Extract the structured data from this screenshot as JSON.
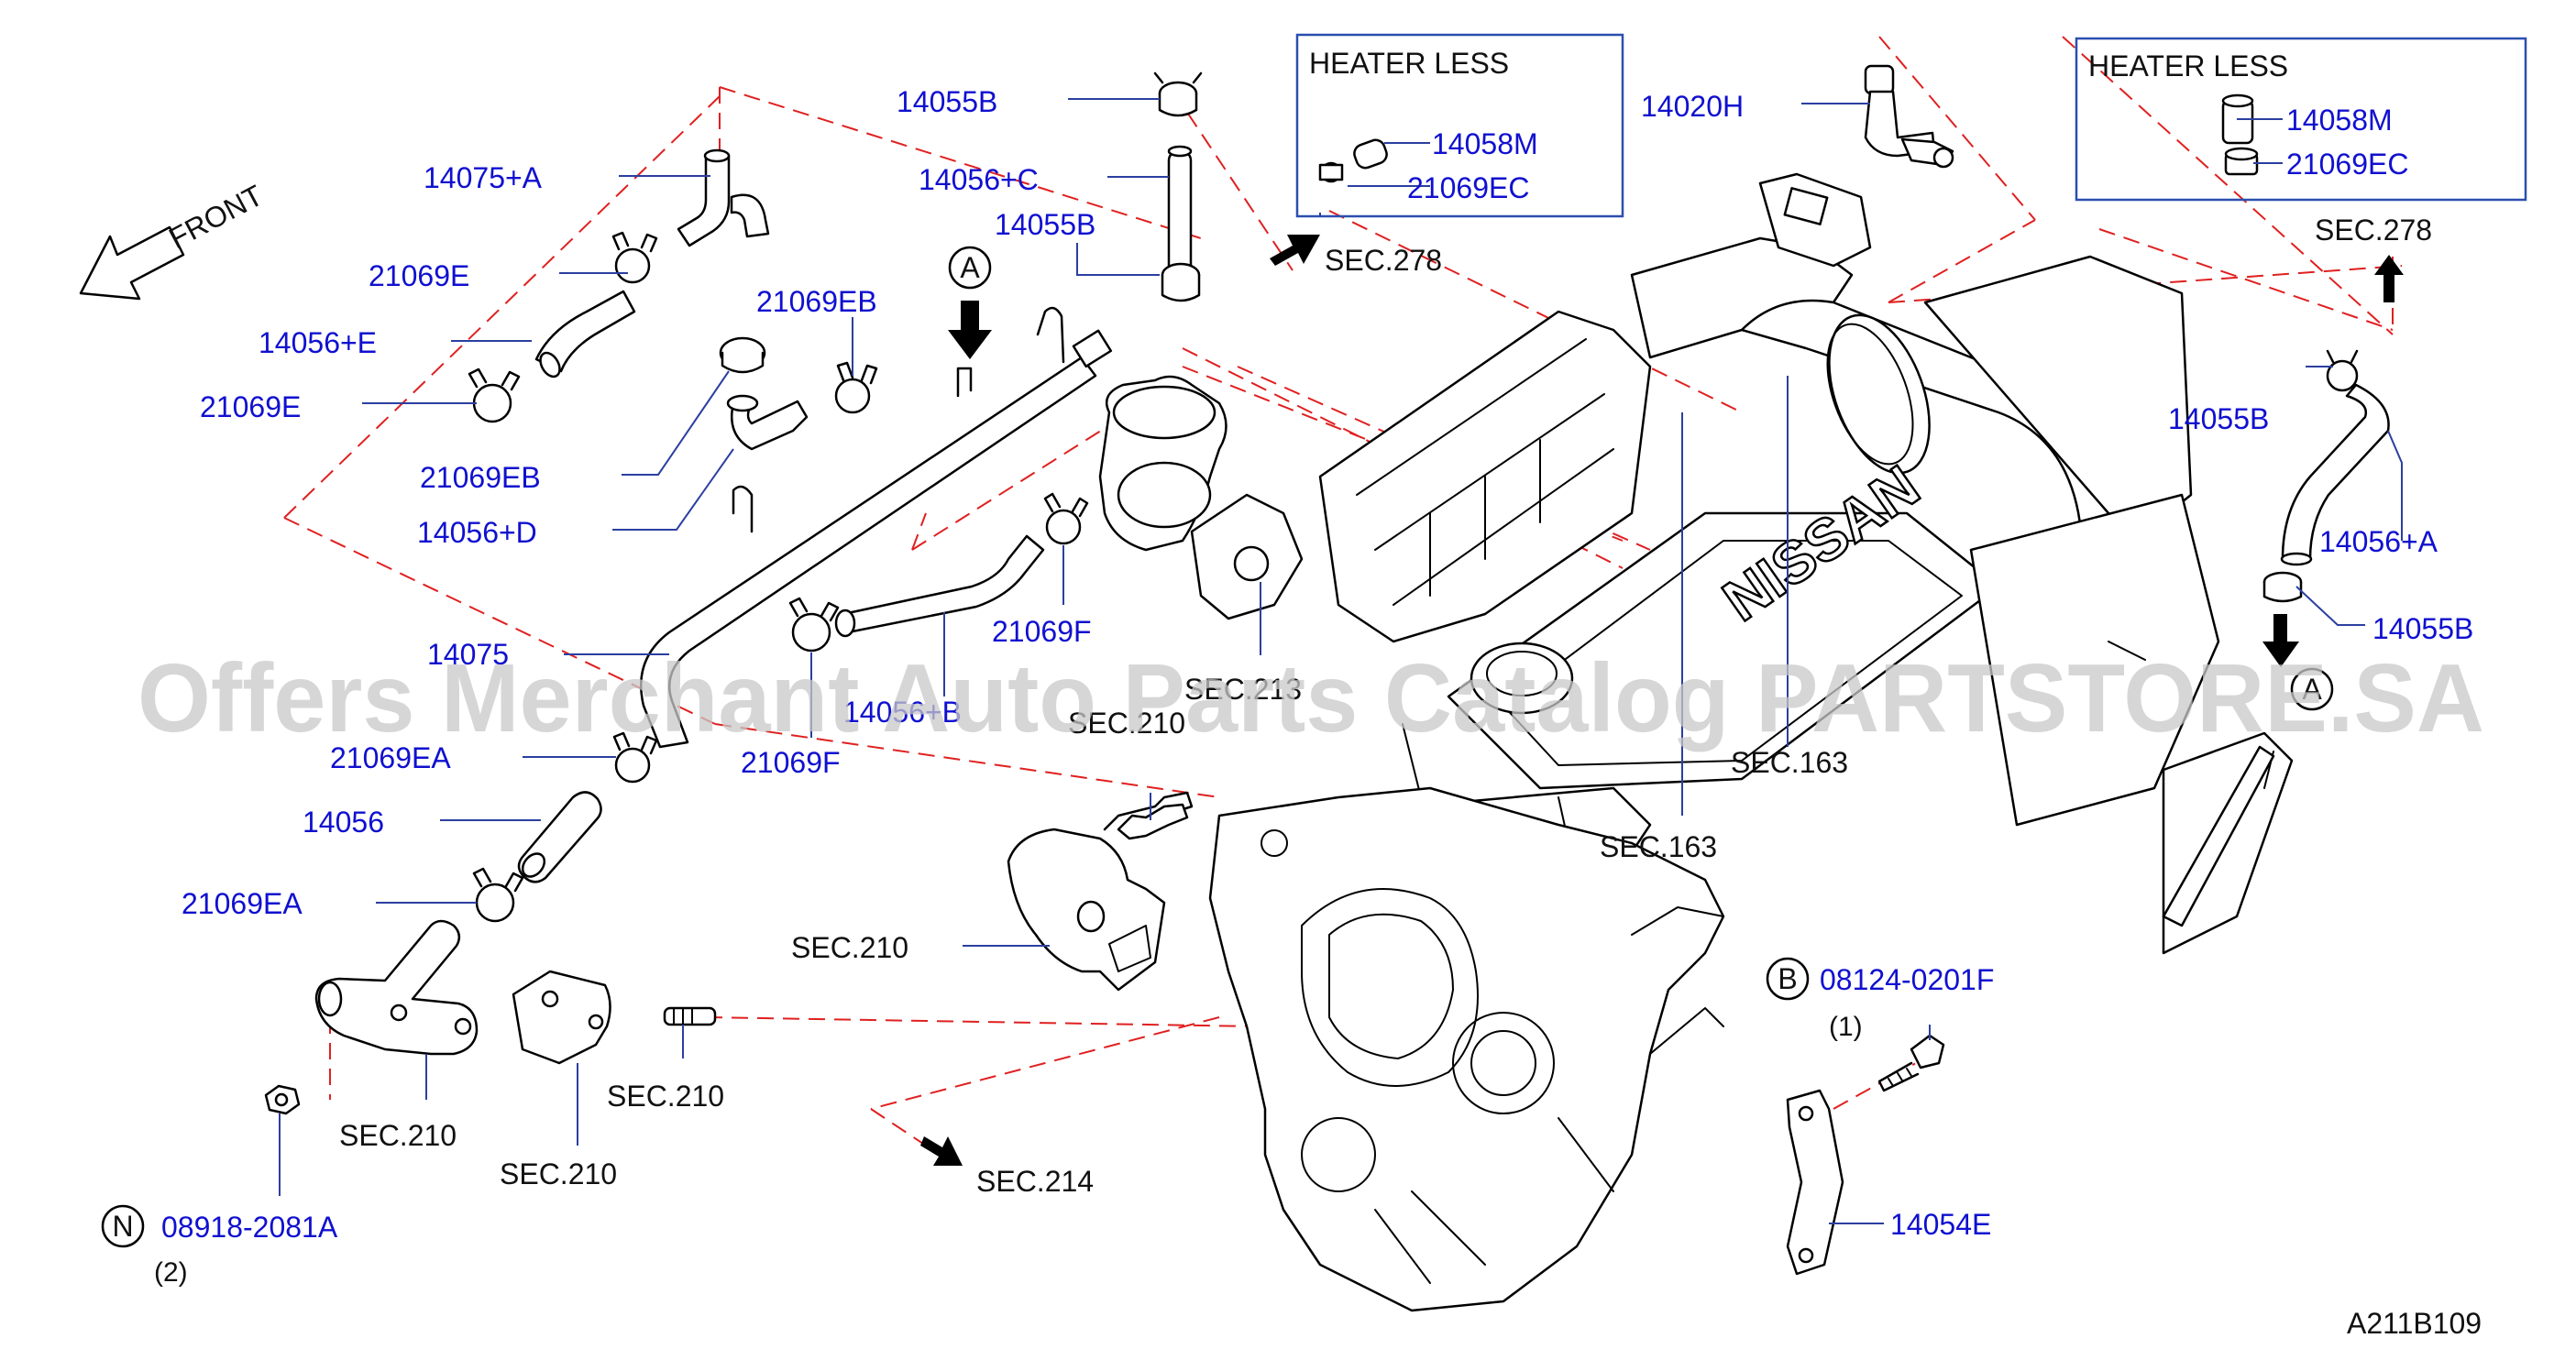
{
  "diagram_code": "A211B109",
  "watermark": "Offers Merchant Auto Parts Catalog PARTSTORE.SA",
  "front_label": "FRONT",
  "heater_less_left": "HEATER  LESS",
  "heater_less_right": "HEATER  LESS",
  "parts": {
    "p14055B_top": "14055B",
    "p14056C": "14056+C",
    "p14055B_mid": "14055B",
    "p14058M_left": "14058M",
    "p21069EC_left": "21069EC",
    "p14020H": "14020H",
    "p14058M_right": "14058M",
    "p21069EC_right": "21069EC",
    "p14075A": "14075+A",
    "p21069E_top": "21069E",
    "p14056E": "14056+E",
    "p21069E_bot": "21069E",
    "p21069EB_top": "21069EB",
    "p21069EB_bot": "21069EB",
    "p14056D": "14056+D",
    "p14075": "14075",
    "p21069EA_top": "21069EA",
    "p14056": "14056",
    "p21069EA_bot": "21069EA",
    "p21069F_top": "21069F",
    "p21069F_bot": "21069F",
    "p14056B": "14056+B",
    "p14055B_right": "14055B",
    "p14056A": "14056+A",
    "p14055B_right2": "14055B",
    "p08124": "08124-0201F",
    "p08124_qty": "(1)",
    "p14054E": "14054E",
    "p08918": "08918-2081A",
    "p08918_qty": "(2)"
  },
  "refs": {
    "sec278_mid": "SEC.278",
    "sec278_right": "SEC.278",
    "sec213": "SEC.213",
    "sec210_a": "SEC.210",
    "sec210_b": "SEC.210",
    "sec210_c": "SEC.210",
    "sec210_d": "SEC.210",
    "sec210_e": "SEC.210",
    "sec163_a": "SEC.163",
    "sec163_b": "SEC.163",
    "sec214": "SEC.214"
  },
  "callouts": {
    "a_top": "A",
    "a_right": "A",
    "b": "B",
    "n": "N"
  },
  "engine_logo": "NISSAN"
}
